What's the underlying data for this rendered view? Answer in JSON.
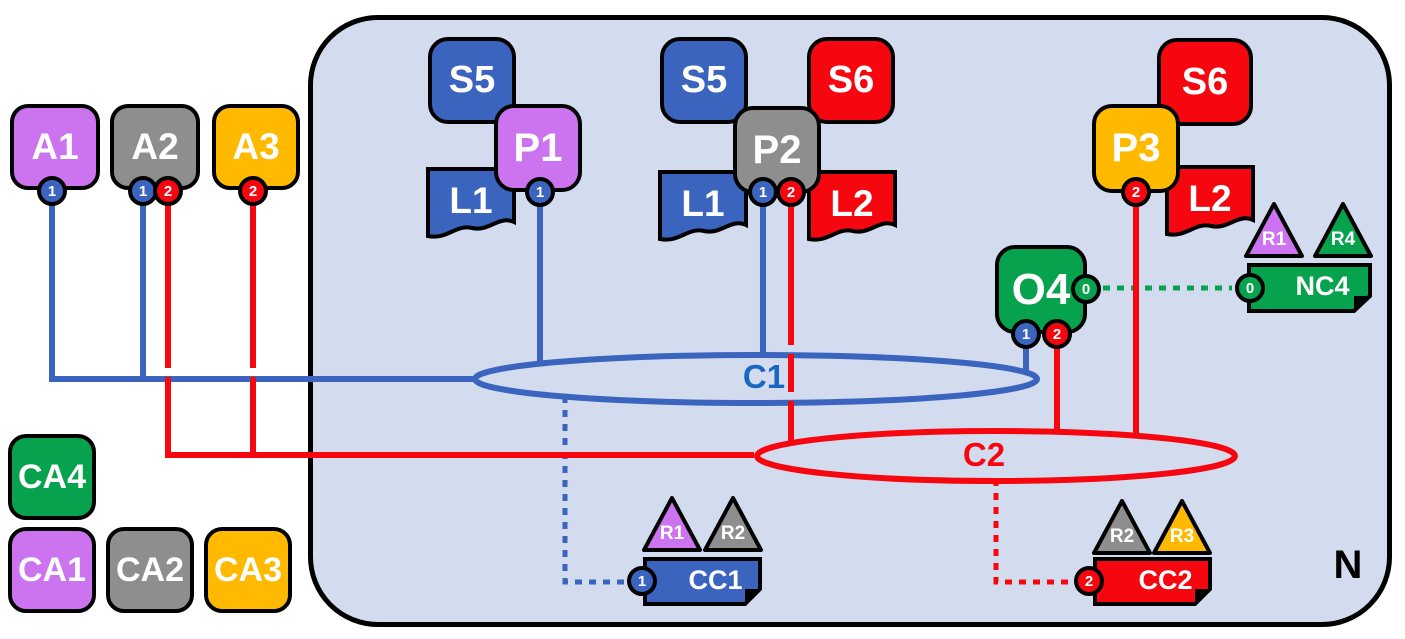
{
  "palette": {
    "background": "#ffffff",
    "network_fill": "#d3dcef",
    "blue": "#3a64be",
    "red": "#f6070f",
    "green": "#07a24d",
    "purple": "#cc73f0",
    "gray": "#8e8e8e",
    "amber": "#ffba00",
    "c1_label_color": "#1a66c2",
    "c2_label_color": "#f6070f"
  },
  "network": {
    "label": "N"
  },
  "agents": [
    {
      "label": "A1",
      "ports": [
        {
          "num": "1"
        }
      ]
    },
    {
      "label": "A2",
      "ports": [
        {
          "num": "1"
        },
        {
          "num": "2"
        }
      ]
    },
    {
      "label": "A3",
      "ports": [
        {
          "num": "2"
        }
      ]
    }
  ],
  "catalog": [
    {
      "label": "CA4"
    },
    {
      "label": "CA1"
    },
    {
      "label": "CA2"
    },
    {
      "label": "CA3"
    }
  ],
  "pods": [
    {
      "label": "P1",
      "ports": [
        {
          "num": "1"
        }
      ],
      "services": [
        {
          "label": "S5"
        }
      ],
      "logs": [
        {
          "label": "L1"
        }
      ]
    },
    {
      "label": "P2",
      "ports": [
        {
          "num": "1"
        },
        {
          "num": "2"
        }
      ],
      "services": [
        {
          "label": "S5"
        },
        {
          "label": "S6"
        }
      ],
      "logs": [
        {
          "label": "L1"
        },
        {
          "label": "L2"
        }
      ]
    },
    {
      "label": "P3",
      "ports": [
        {
          "num": "2"
        }
      ],
      "services": [
        {
          "label": "S6"
        }
      ],
      "logs": [
        {
          "label": "L2"
        }
      ]
    }
  ],
  "orchestrator": {
    "label": "O4",
    "ports": [
      {
        "num": "1"
      },
      {
        "num": "2"
      },
      {
        "num": "0"
      }
    ]
  },
  "channels": [
    {
      "label": "C1"
    },
    {
      "label": "C2"
    }
  ],
  "collectors": [
    {
      "label": "NC4",
      "port": {
        "num": "0"
      },
      "resources": [
        {
          "label": "R1"
        },
        {
          "label": "R4"
        }
      ]
    },
    {
      "label": "CC1",
      "port": {
        "num": "1"
      },
      "resources": [
        {
          "label": "R1"
        },
        {
          "label": "R2"
        }
      ]
    },
    {
      "label": "CC2",
      "port": {
        "num": "2"
      },
      "resources": [
        {
          "label": "R2"
        },
        {
          "label": "R3"
        }
      ]
    }
  ]
}
